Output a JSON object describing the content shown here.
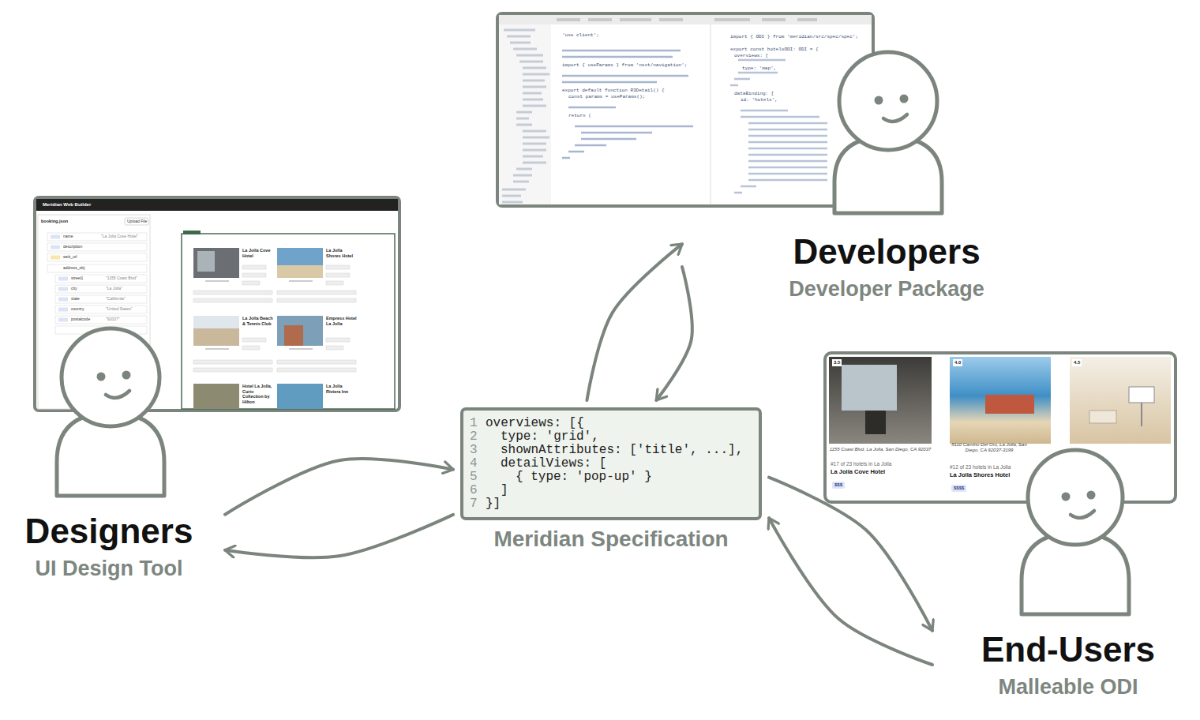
{
  "diagram": {
    "nodes": [
      {
        "text": [
          "Developers",
          "Developer Package"
        ]
      },
      {
        "text": [
          "Designers",
          "UI Design Tool"
        ]
      },
      {
        "text": [
          "overviews: [{",
          "type: 'grid',",
          "shownAttributes: ['title', ...],",
          "detailViews: [",
          "{ type: 'pop-up' }",
          "]",
          "}]",
          "Meridian Specification"
        ]
      },
      {
        "text": [
          "End-Users",
          "Malleable ODI"
        ]
      }
    ],
    "edges": [
      {
        "from": 1,
        "to": 2,
        "arrow": "to"
      },
      {
        "from": 2,
        "to": 1,
        "arrow": "to"
      },
      {
        "from": 2,
        "to": 0,
        "arrow": "to"
      },
      {
        "from": 0,
        "to": 2,
        "arrow": "to"
      },
      {
        "from": 2,
        "to": 3,
        "arrow": "to"
      },
      {
        "from": 3,
        "to": 2,
        "arrow": "to"
      }
    ],
    "labels": [
      "1",
      "2",
      "3",
      "4",
      "5",
      "6",
      "7",
      "'use client';",
      "import { useParams } from 'next/navigation';",
      "export default function R3Detail() {",
      "const params = useParams();",
      "return (",
      "import { ODI } from 'meridian/src/spec/spec';",
      "export const hotelsODI: ODI = {",
      "overviews: [",
      "type: 'map',",
      "dataBinding: [",
      "id: 'hotels',",
      "Meridian Web Builder",
      "booking.json",
      "Upload File",
      "name",
      "description",
      "web_url",
      "address_obj",
      "street1",
      "city",
      "state",
      "country",
      "postalcode",
      "\"La Jolla Cove Hotel\"",
      "\"1155 Coast Blvd\"",
      "\"La Jolla\"",
      "\"California\"",
      "\"United States\"",
      "\"92037\"",
      "La Jolla Cove Hotel",
      "La Jolla Shores Hotel",
      "La Jolla Beach & Tennis Club",
      "Empress Hotel La Jolla",
      "Hotel La Jolla, Curio Collection by Hilton",
      "La Jolla Riviera Inn",
      "3.5",
      "4.0",
      "4.5",
      "1155 Coast Blvd, La Jolla, San Diego, CA 92037",
      "#17 of 23 hotels in La Jolla",
      "La Jolla Cove Hotel",
      "$$$",
      "8110 Camino Del Oro, La Jolla, San Diego, CA 92037-3199",
      "#12 of 23 hotels in La Jolla",
      "La Jolla Shores Hotel",
      "$$$$"
    ]
  }
}
